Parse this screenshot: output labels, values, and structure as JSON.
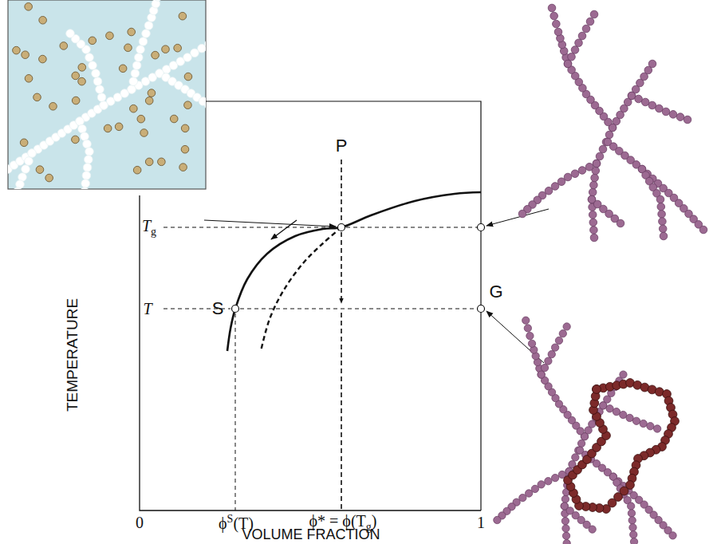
{
  "diagram": {
    "labels": [
      "TEMPERATURE",
      "VOLUME FRACTION",
      "T",
      "g",
      "T",
      "0",
      "ϕ",
      "S",
      "(T)",
      "ϕ* = ϕ(T",
      "g",
      ")",
      "1",
      "P",
      "S",
      "G"
    ]
  }
}
